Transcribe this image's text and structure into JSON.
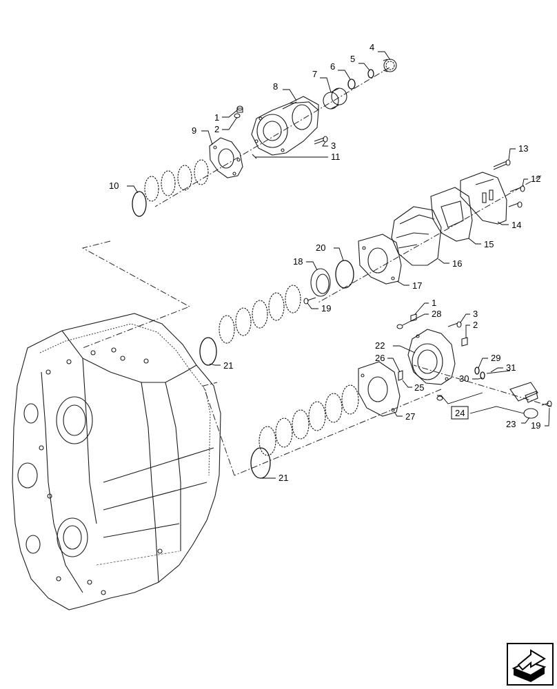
{
  "callouts": {
    "c1a": "1",
    "c2a": "2",
    "c3a": "3",
    "c4": "4",
    "c5": "5",
    "c6": "6",
    "c7": "7",
    "c8": "8",
    "c9": "9",
    "c10": "10",
    "c11": "11",
    "c12": "12",
    "c13": "13",
    "c14": "14",
    "c15": "15",
    "c16": "16",
    "c17": "17",
    "c18": "18",
    "c19a": "19",
    "c20": "20",
    "c21a": "21",
    "c1b": "1",
    "c28": "28",
    "c3b": "3",
    "c2b": "2",
    "c22": "22",
    "c29": "29",
    "c26": "26",
    "c31": "31",
    "c25": "25",
    "c30": "30",
    "c24": "24",
    "c27": "27",
    "c23": "23",
    "c19b": "19",
    "c21b": "21"
  },
  "nav_icon": "next-page-arrow-icon"
}
